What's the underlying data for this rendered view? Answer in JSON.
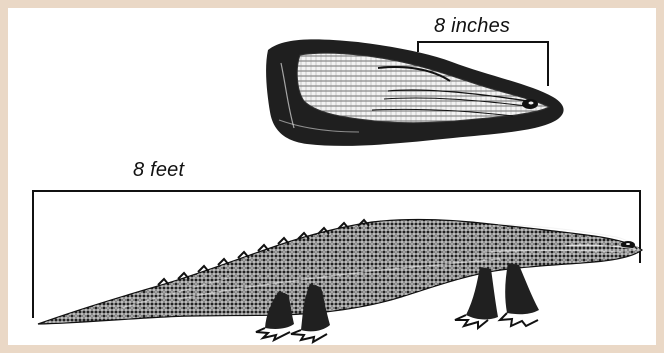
{
  "labels": {
    "head_measure": "8 inches",
    "body_measure": "8 feet"
  },
  "icons": {
    "head": "alligator-head-illustration",
    "body": "alligator-body-illustration"
  },
  "colors": {
    "border": "#ead8c6",
    "ink": "#111111",
    "paper": "#ffffff"
  }
}
